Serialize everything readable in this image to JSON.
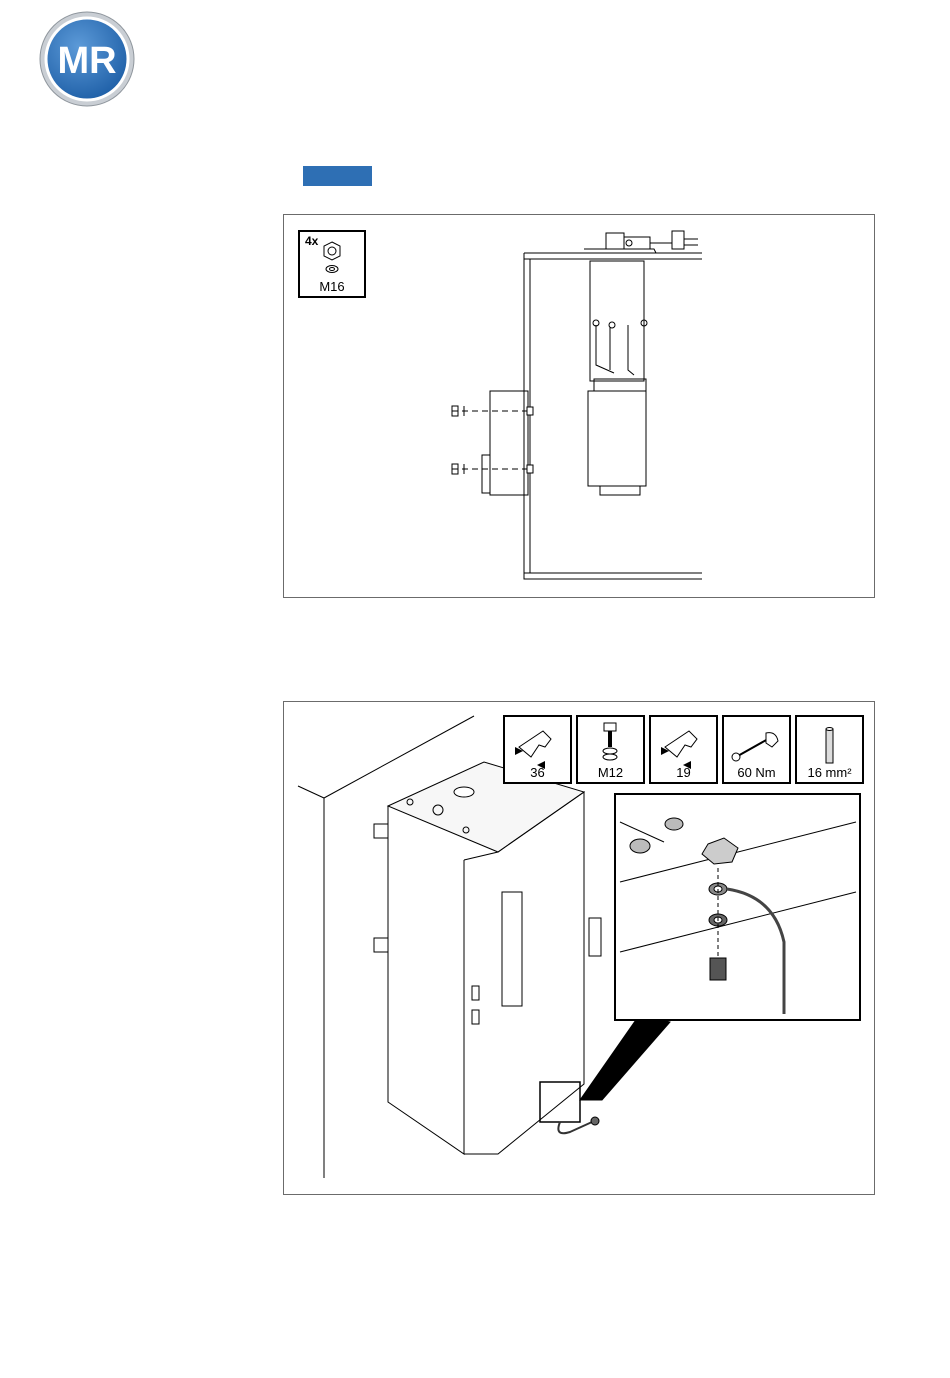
{
  "brand": {
    "logo_text": "MR",
    "colors": {
      "logo_blue": "#2e6fb4",
      "tag_blue": "#2e6fb4",
      "dark": "#333333"
    }
  },
  "figure1": {
    "parts_box": {
      "quantity": "4x",
      "size": "M16",
      "icons": [
        "nut-icon",
        "washer-icon"
      ]
    }
  },
  "figure2": {
    "tools": [
      {
        "icon": "wrench-icon",
        "label": "36"
      },
      {
        "icon": "bolt-icon",
        "label": "M12"
      },
      {
        "icon": "wrench-icon",
        "label": "19"
      },
      {
        "icon": "torque-wrench-icon",
        "label": "60 Nm"
      },
      {
        "icon": "cable-icon",
        "label": "16 mm²"
      }
    ]
  }
}
